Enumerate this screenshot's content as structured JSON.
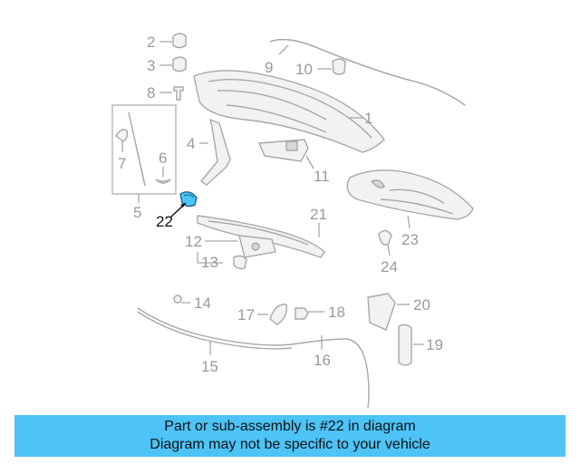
{
  "diagram": {
    "highlighted_part": "22",
    "highlight_color": "#4dc3f7",
    "labels": {
      "p1": "1",
      "p2": "2",
      "p3": "3",
      "p4": "4",
      "p5": "5",
      "p6": "6",
      "p7": "7",
      "p8": "8",
      "p9": "9",
      "p10": "10",
      "p11": "11",
      "p12": "12",
      "p13": "13",
      "p14": "14",
      "p15": "15",
      "p16": "16",
      "p17": "17",
      "p18": "18",
      "p19": "19",
      "p20": "20",
      "p21": "21",
      "p22": "22",
      "p23": "23",
      "p24": "24"
    }
  },
  "banner": {
    "line1": "Part or sub-assembly is #22 in diagram",
    "line2": "Diagram may not be specific to your vehicle",
    "background": "#4dc3f7"
  }
}
